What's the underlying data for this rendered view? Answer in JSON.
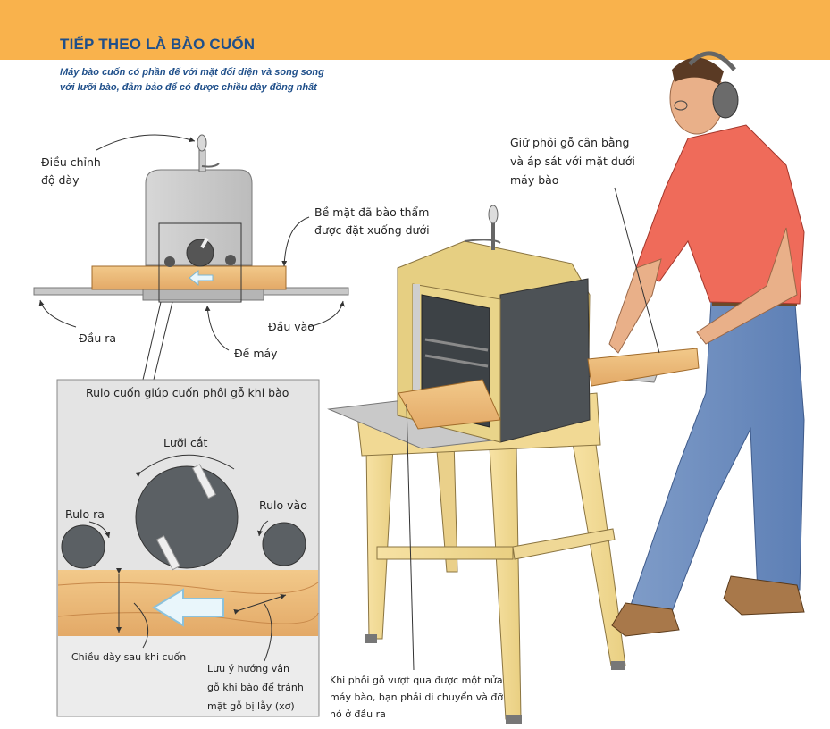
{
  "header": {
    "title": "TIẾP THEO LÀ BÀO CUỐN",
    "subtitle_line1": "Máy bào cuốn có phần đế với mặt đối diện và song song",
    "subtitle_line2": "với lưỡi bào, đảm bảo để có được chiều dày đồng nhất",
    "color": "#f9b24c"
  },
  "top_diagram": {
    "adjust_line1": "Điều chỉnh",
    "adjust_line2": "độ dày",
    "surface_line1": "Bề mặt đã bào thẩm",
    "surface_line2": "được đặt xuống dưới",
    "outfeed": "Đầu ra",
    "infeed": "Đầu vào",
    "base": "Đế máy"
  },
  "inset": {
    "title": "Rulo cuốn giúp cuốn phôi gỗ khi bào",
    "cutter": "Lưỡi cắt",
    "out_roller": "Rulo ra",
    "in_roller": "Rulo vào",
    "thickness": "Chiều dày sau khi cuốn",
    "grain_line1": "Lưu ý hướng vân",
    "grain_line2": "gỗ khi bào để tránh",
    "grain_line3": "mặt gỗ bị lẫy (xơ)"
  },
  "scene": {
    "hold_line1": "Giữ phôi gỗ cân bằng",
    "hold_line2": "và áp sát với mặt dưới",
    "hold_line3": "máy bào",
    "support_line1": "Khi phôi gỗ vượt qua được một nửa",
    "support_line2": "máy bào, bạn phải di chuyển và đỡ",
    "support_line3": "nó ở đầu ra"
  }
}
